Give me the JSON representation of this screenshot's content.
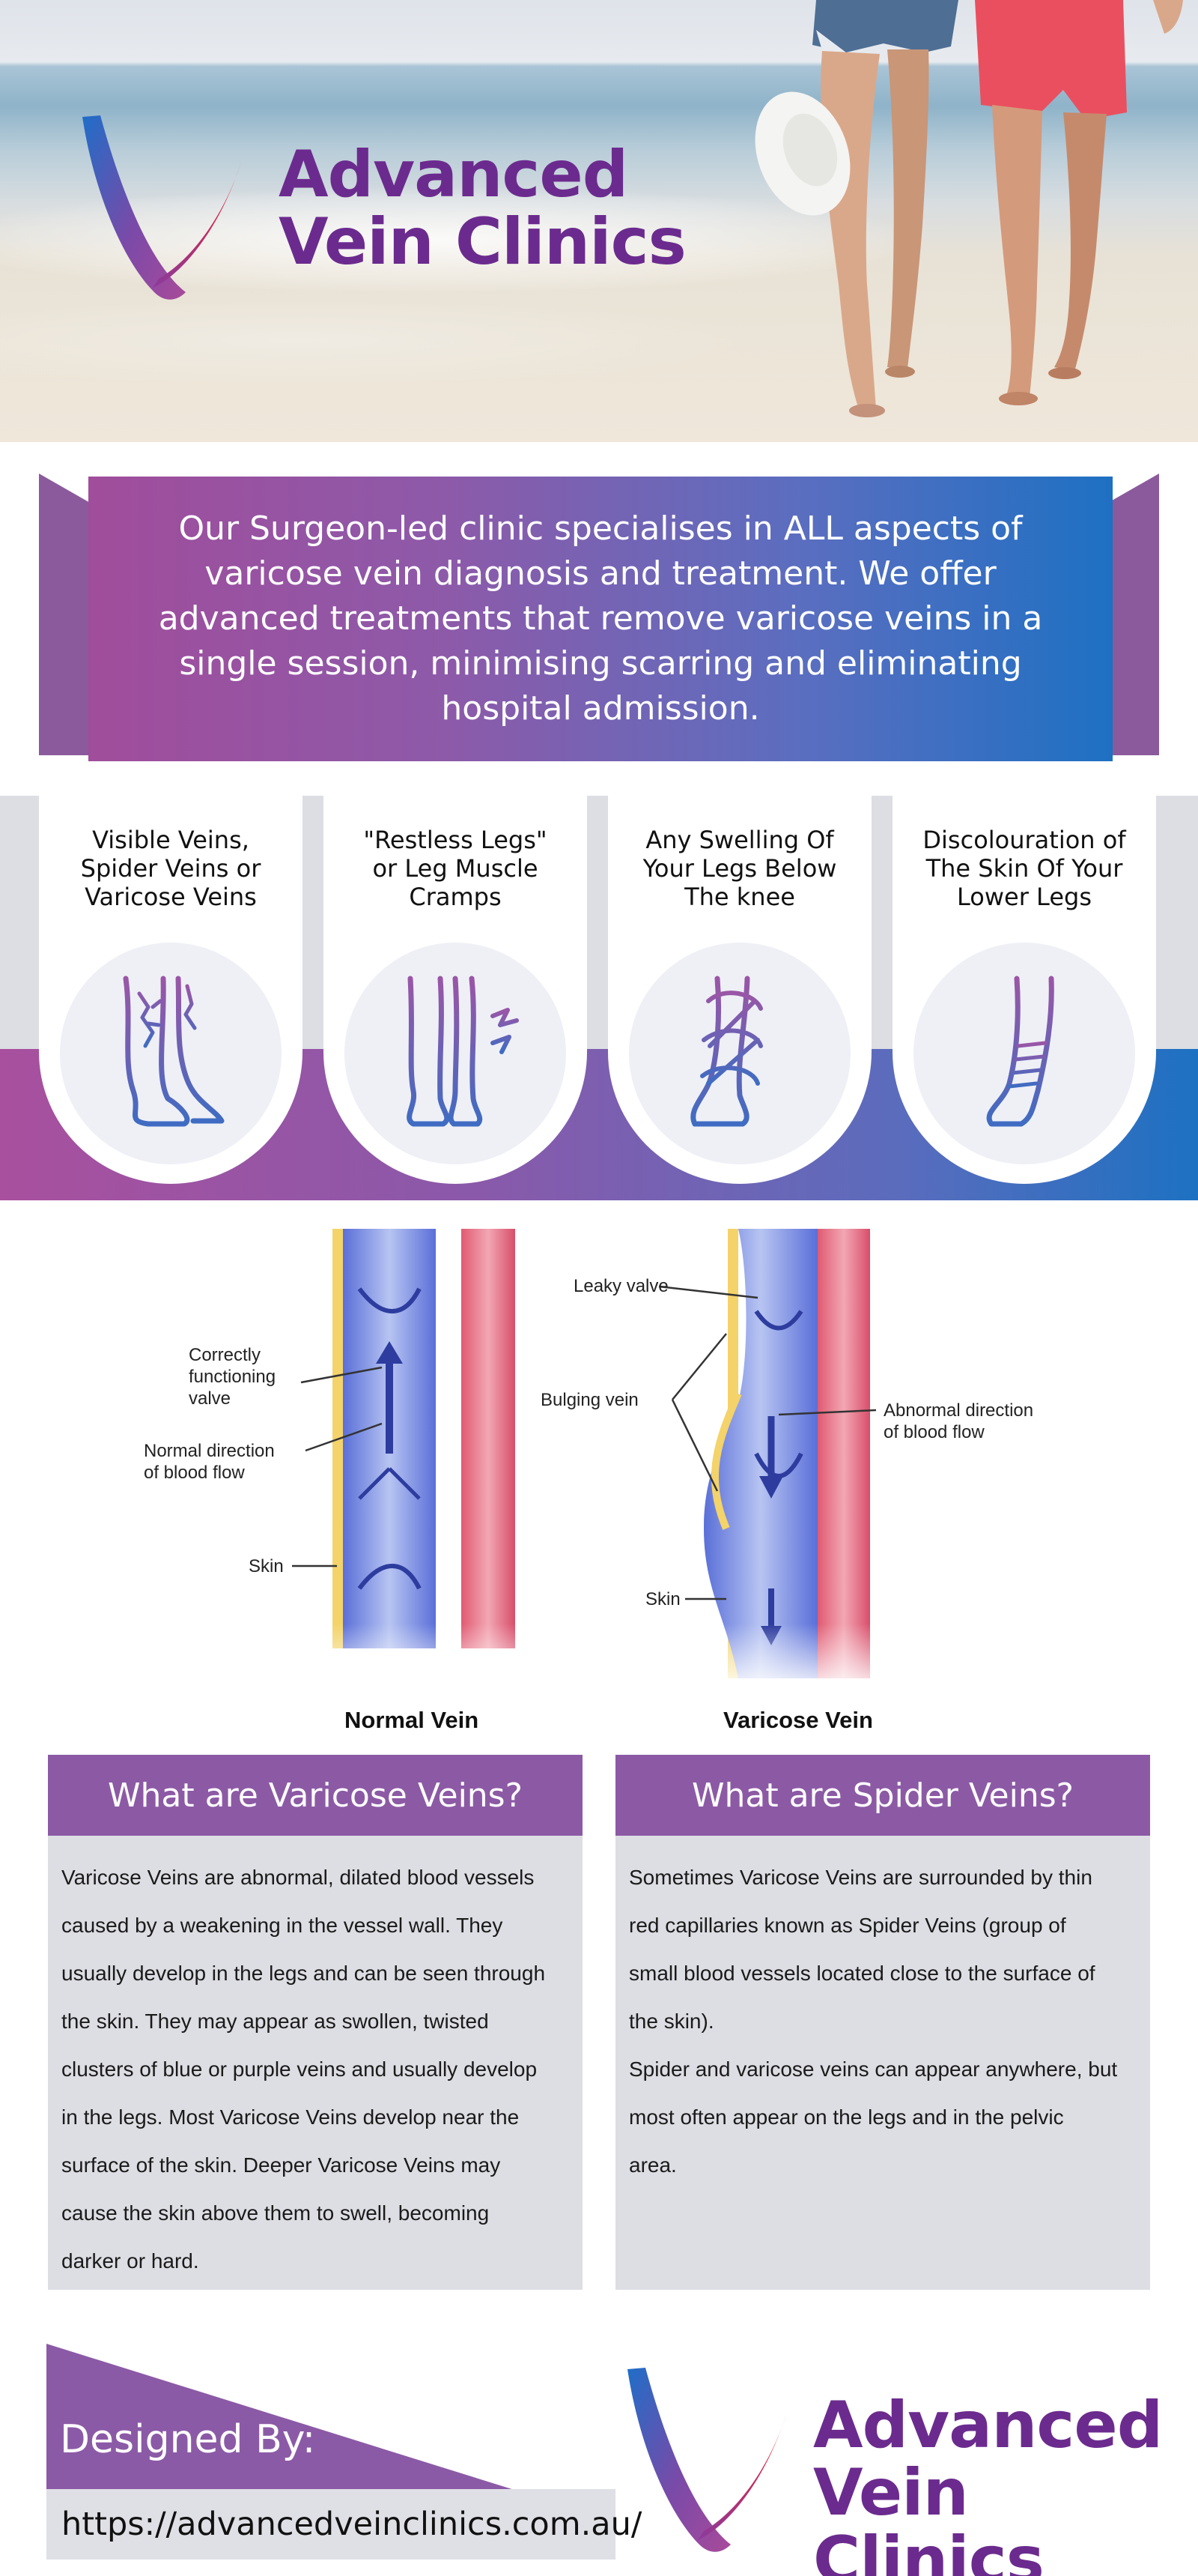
{
  "hero": {
    "brand_line1": "Advanced",
    "brand_line2": "Vein Clinics"
  },
  "intro": {
    "text": "Our Surgeon-led clinic specialises in ALL aspects of varicose vein diagnosis and treatment. We offer advanced treatments that remove varicose veins in a single session, minimising scarring and eliminating hospital admission."
  },
  "symptoms": [
    {
      "line1": "Visible Veins,",
      "line2": "Spider Veins or",
      "line3": "Varicose Veins",
      "icon": "leg-veins-icon"
    },
    {
      "line1": "\"Restless Legs\"",
      "line2": "or Leg Muscle",
      "line3": "Cramps",
      "icon": "leg-cramp-icon"
    },
    {
      "line1": "Any Swelling Of",
      "line2": "Your Legs Below",
      "line3": "The knee",
      "icon": "leg-swelling-icon"
    },
    {
      "line1": "Discolouration of",
      "line2": "The Skin Of Your",
      "line3": "Lower Legs",
      "icon": "leg-discolouration-icon"
    }
  ],
  "diagram": {
    "normal": {
      "valve_l1": "Correctly",
      "valve_l2": "functioning",
      "valve_l3": "valve",
      "flow_l1": "Normal direction",
      "flow_l2": "of blood flow",
      "skin": "Skin",
      "caption": "Normal Vein"
    },
    "varicose": {
      "leaky": "Leaky valve",
      "bulging": "Bulging vein",
      "abn_l1": "Abnormal direction",
      "abn_l2": "of blood flow",
      "skin": "Skin",
      "caption": "Varicose Vein"
    }
  },
  "varicose_box": {
    "title": "What are Varicose Veins?",
    "lines": [
      "Varicose Veins are abnormal, dilated blood vessels",
      "caused by a weakening in the vessel wall. They",
      "usually develop in the legs and can be seen through",
      "the skin. They may appear as swollen, twisted",
      "clusters of blue or purple veins and usually develop",
      "in the legs. Most Varicose Veins develop near the",
      "surface of the skin. Deeper Varicose Veins may",
      "cause the skin above them to swell, becoming",
      "darker or hard."
    ]
  },
  "spider_box": {
    "title": "What are Spider Veins?",
    "lines": [
      "Sometimes Varicose Veins are surrounded by thin",
      "red capillaries known as Spider Veins (group of",
      "small blood vessels located close to the surface of",
      "the skin).",
      "Spider and varicose veins can appear anywhere, but",
      "most often appear on the legs and in the pelvic",
      "area."
    ]
  },
  "footer": {
    "designed_by": "Designed By:",
    "url": "https://advancedveinclinics.com.au/",
    "brand_line1": "Advanced",
    "brand_line2": "Vein Clinics"
  },
  "colors": {
    "brand_purple": "#6b2b8e",
    "accent_purple": "#8c5aa5",
    "accent_blue": "#1e70c3",
    "panel_grey": "#dddee3"
  }
}
